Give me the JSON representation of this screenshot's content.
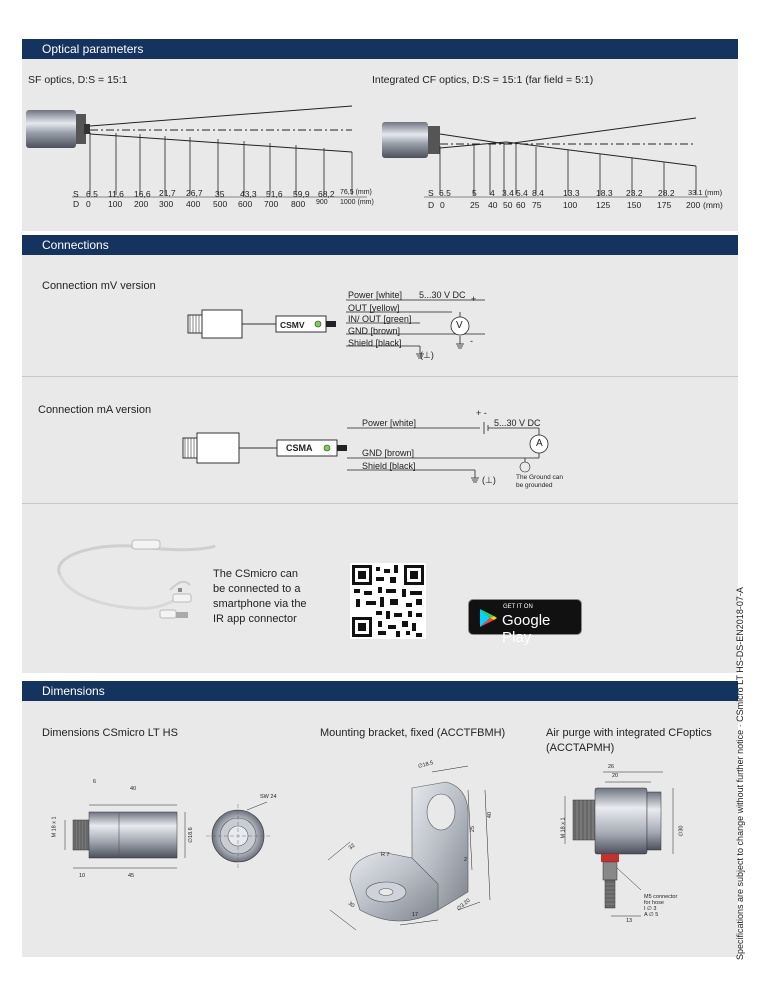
{
  "sections": {
    "optical": "Optical parameters",
    "connections": "Connections",
    "dimensions": "Dimensions"
  },
  "optical": {
    "sf_title": "SF optics, D:S = 15:1",
    "cf_title": "Integrated CF optics, D:S = 15:1 (far field = 5:1)",
    "sf_s": [
      "S",
      "6.5",
      "11,6",
      "16,6",
      "21,7",
      "26,7",
      "35",
      "43,3",
      "51,6",
      "59,9",
      "68,2",
      "76,5 (mm)"
    ],
    "sf_d": [
      "D",
      "0",
      "100",
      "200",
      "300",
      "400",
      "500",
      "600",
      "700",
      "800",
      "900",
      "1000 (mm)"
    ],
    "cf_s": [
      "S",
      "6.5",
      "5",
      "4",
      "3.4",
      "5.4",
      "8.4",
      "13.3",
      "18.3",
      "23.2",
      "28.2",
      "33.1 (mm)"
    ],
    "cf_d": [
      "D",
      "0",
      "25",
      "40",
      "50",
      "60",
      "75",
      "100",
      "125",
      "150",
      "175",
      "200",
      "(mm)"
    ]
  },
  "conn_mv": {
    "title": "Connection mV version",
    "device": "CSMV",
    "power": "Power [white]",
    "voltage": "5...30 V DC",
    "plus": "+",
    "minus": "-",
    "out": "OUT [yellow]",
    "inout": "IN/ OUT [green]",
    "gnd": "GND [brown]",
    "shield": "Shield [black]",
    "meter": "V",
    "ground": "(⊥)"
  },
  "conn_ma": {
    "title": "Connection mA version",
    "device": "CSMA",
    "power": "Power  [white]",
    "polarity": "+ -",
    "voltage": "5...30 V DC",
    "gnd": "GND  [brown]",
    "shield": "Shield  [black]",
    "meter": "A",
    "ground": "(⊥)",
    "note1": "The Ground can",
    "note2": "be grounded"
  },
  "app": {
    "line1": "The CSmicro can",
    "line2": "be connected to a",
    "line3": "smartphone via the",
    "line4": "IR app connector",
    "badge_small": "GET IT ON",
    "badge_big": "Google Play"
  },
  "dims": {
    "title1": "Dimensions CSmicro LT HS",
    "title2": "Mounting bracket, fixed (ACCTFBMH)",
    "title3a": "Air purge with integrated CFoptics",
    "title3b": "(ACCTAPMH)",
    "d1": [
      "6",
      "40",
      "M 18 x 1",
      "∅18.6",
      "10",
      "45",
      "SW 24"
    ],
    "d2": [
      "∅18.5",
      "40",
      "25",
      "32",
      "R 7",
      "2",
      "30",
      "17",
      "∅3.20"
    ],
    "d3": [
      "26",
      "20",
      "M 18 x 1",
      "∅30",
      "M5 connector",
      "for hose",
      "I ∅ 3",
      "A ∅ 5",
      "13"
    ]
  },
  "side_note": "Specifications are subject to change without further notice · CSmicro LT HS-DS-EN2018-07-A"
}
